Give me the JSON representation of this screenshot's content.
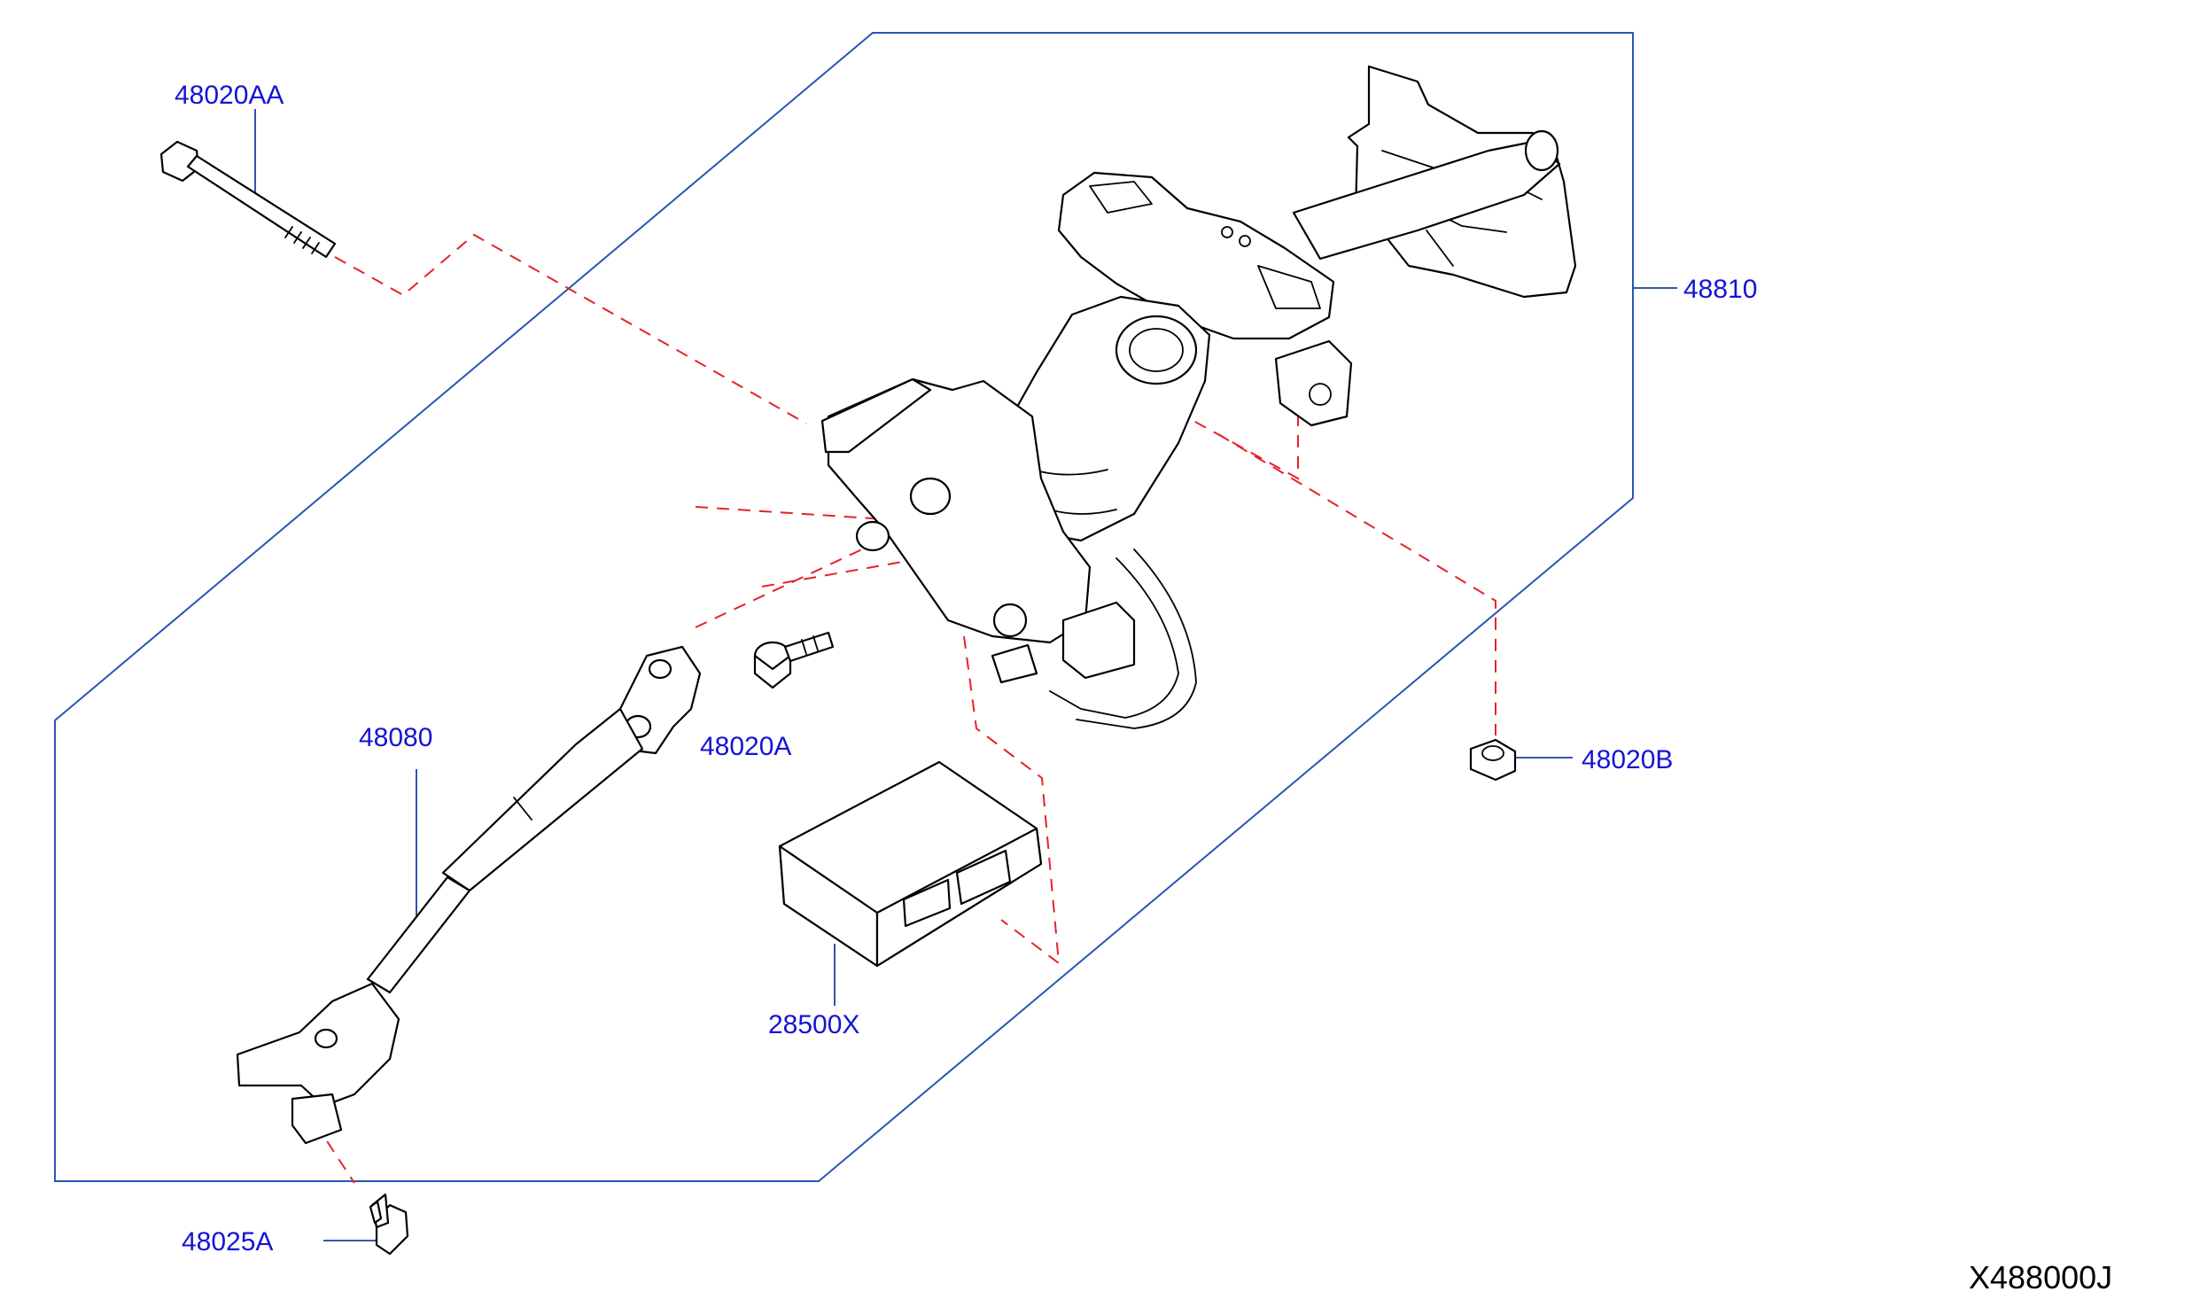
{
  "diagram": {
    "drawing_code": "X488000J",
    "callouts": {
      "bolt_48020AA": "48020AA",
      "column_48810": "48810",
      "shaft_48080": "48080",
      "bolt_48020A": "48020A",
      "nut_48020B": "48020B",
      "module_28500X": "28500X",
      "bolt_48025A": "48025A"
    },
    "colors": {
      "callout_text": "#1414d6",
      "leader_line": "#1c3fa0",
      "frame_line": "#2a55b5",
      "dashed_assembly_line": "#e8202a",
      "part_outline": "#000000"
    }
  }
}
